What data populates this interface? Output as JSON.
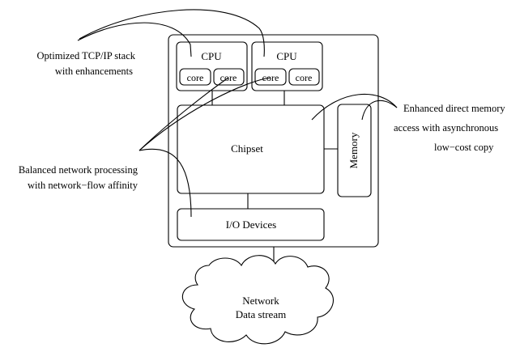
{
  "annotations": {
    "tcp": [
      "Optimized TCP/IP stack",
      "with enhancements"
    ],
    "balanced": [
      "Balanced network processing",
      "with network−flow affinity"
    ],
    "dma": [
      "Enhanced direct memory",
      "access with asynchronous",
      "low−cost copy"
    ]
  },
  "cpus": [
    {
      "label": "CPU",
      "cores": [
        "core",
        "core"
      ]
    },
    {
      "label": "CPU",
      "cores": [
        "core",
        "core"
      ]
    }
  ],
  "chipset": {
    "label": "Chipset"
  },
  "memory": {
    "label": "Memory"
  },
  "io": {
    "label": "I/O Devices"
  },
  "network": {
    "lines": [
      "Network",
      "Data stream"
    ]
  }
}
